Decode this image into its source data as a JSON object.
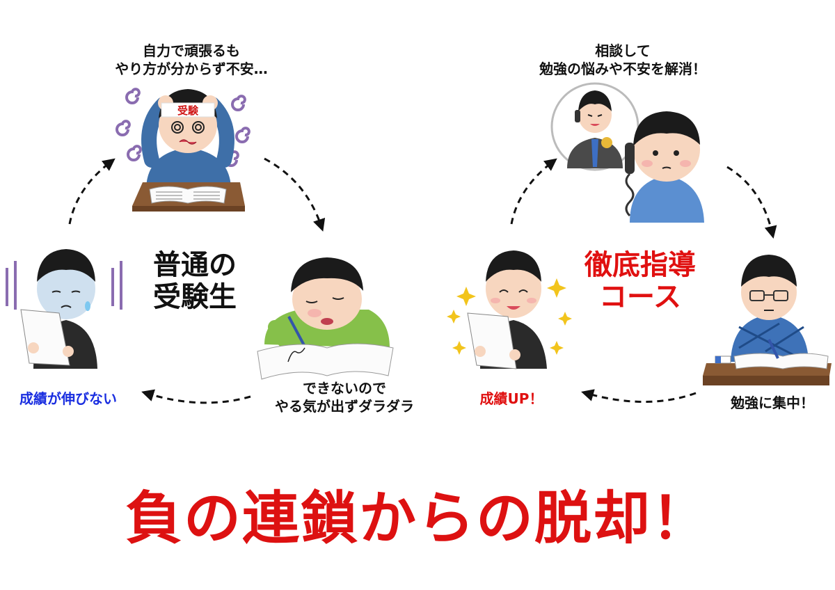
{
  "left_cycle": {
    "title": [
      "普通の",
      "受験生"
    ],
    "top_caption": [
      "自力で頑張るも",
      "やり方が分からず不安…"
    ],
    "right_caption": [
      "できないので",
      "やる気が出ずダラダラ"
    ],
    "left_caption": "成績が伸びない",
    "headband_text": "受験"
  },
  "right_cycle": {
    "title": [
      "徹底指導",
      "コース"
    ],
    "top_caption": [
      "相談して",
      "勉強の悩みや不安を解消！"
    ],
    "right_caption": "勉強に集中！",
    "left_caption": "成績UP！"
  },
  "banner": "負の連鎖からの脱却！",
  "colors": {
    "title_black": "#111111",
    "title_red": "#e01010",
    "caption_blue": "#1a2ee0",
    "banner_red": "#dd1111",
    "arrow": "#111111"
  }
}
